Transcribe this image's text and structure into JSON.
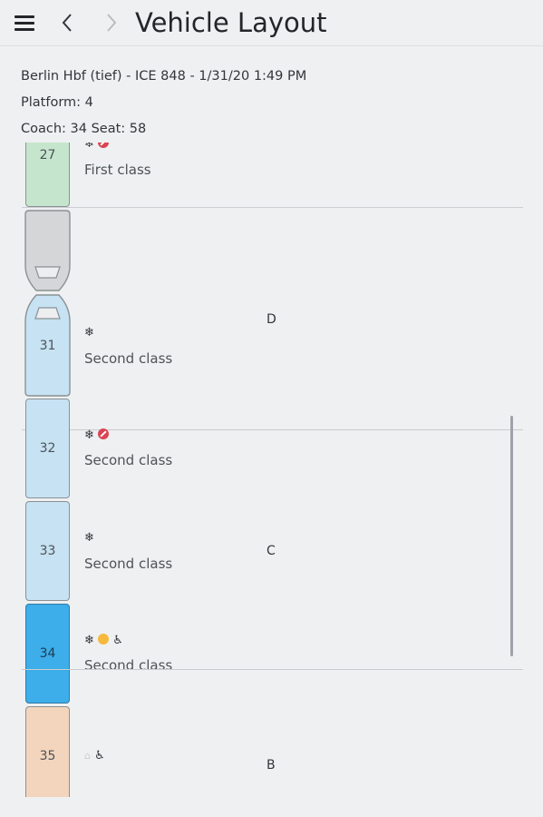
{
  "header": {
    "title": "Vehicle Layout",
    "menu_icon": "hamburger-icon",
    "back_icon": "chevron-left-icon",
    "forward_icon": "chevron-right-icon"
  },
  "journey": {
    "departure": "Berlin Hbf (tief) - ICE 848 - 1/31/20 1:49 PM",
    "platform": "Platform: 4",
    "seat": "Coach: 34 Seat: 58"
  },
  "coaches": [
    {
      "number": "27",
      "icons": "❄",
      "classLabel": "First class",
      "color": "#c5e6cd"
    },
    {
      "number": "",
      "icons": "",
      "classLabel": "",
      "color": "#d4d6d8",
      "type": "locomotive"
    },
    {
      "number": "31",
      "icons": "❄",
      "classLabel": "Second class",
      "color": "#c6e2f3"
    },
    {
      "number": "32",
      "icons": "❄",
      "classLabel": "Second class",
      "color": "#c6e2f3"
    },
    {
      "number": "33",
      "icons": "❄",
      "classLabel": "Second class",
      "color": "#c6e2f3"
    },
    {
      "number": "34",
      "icons": "❄",
      "classLabel": "Second class",
      "color": "#3daee9",
      "selected": true
    },
    {
      "number": "35",
      "icons": "♿",
      "classLabel": "",
      "color": "#f3d5bd"
    }
  ],
  "coach_icons": {
    "c27": {
      "snow": "❄"
    },
    "c32": {
      "snow": "❄"
    },
    "c34": {
      "snow": "❄",
      "wheelchair": "♿"
    },
    "c35": {
      "wheelchair": "♿"
    }
  },
  "sectors": [
    "D",
    "C",
    "B"
  ]
}
